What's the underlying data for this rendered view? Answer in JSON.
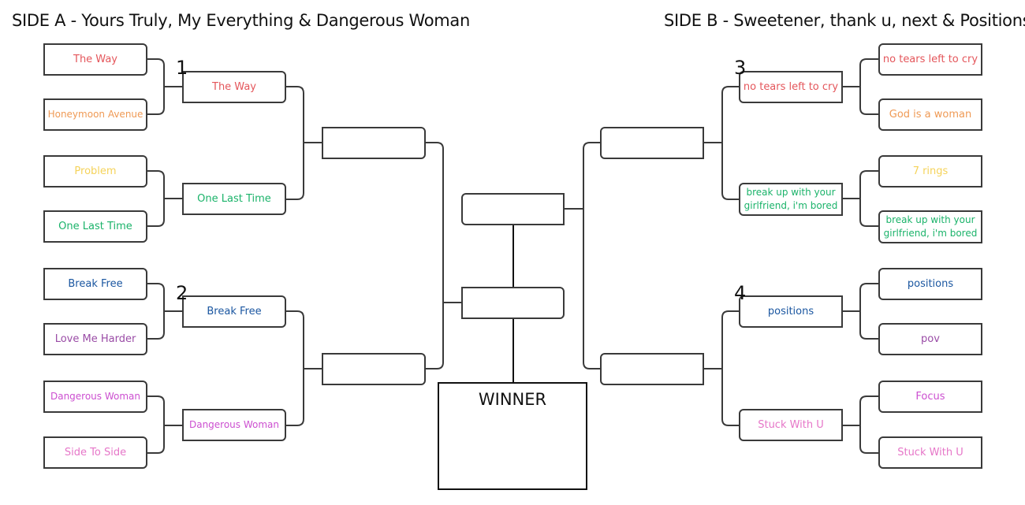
{
  "header": {
    "side_a_title": "SIDE A - Yours Truly, My Everything & Dangerous Woman",
    "side_b_title": "SIDE B - Sweetener, thank u, next & Positions"
  },
  "colors": {
    "red": "#e4565b",
    "orange": "#ef9a55",
    "yellow": "#f5d35a",
    "green": "#1bb36a",
    "blue": "#1a56a0",
    "purple": "#9a4ca6",
    "magenta": "#cc4fd0",
    "pink": "#e676c8",
    "line": "#3a3a3a"
  },
  "side_a": {
    "round1": [
      {
        "label": "The Way",
        "color": "#e4565b"
      },
      {
        "label": "Honeymoon Avenue",
        "color": "#ef9a55"
      },
      {
        "label": "Problem",
        "color": "#f5d35a"
      },
      {
        "label": "One Last Time",
        "color": "#1bb36a"
      },
      {
        "label": "Break Free",
        "color": "#1a56a0"
      },
      {
        "label": "Love Me Harder",
        "color": "#9a4ca6"
      },
      {
        "label": "Dangerous Woman",
        "color": "#cc4fd0"
      },
      {
        "label": "Side To Side",
        "color": "#e676c8"
      }
    ],
    "round2": [
      {
        "label": "The Way",
        "color": "#e4565b",
        "seed": "1"
      },
      {
        "label": "One Last Time",
        "color": "#1bb36a"
      },
      {
        "label": "Break Free",
        "color": "#1a56a0",
        "seed": "2"
      },
      {
        "label": "Dangerous Woman",
        "color": "#cc4fd0"
      }
    ],
    "round3": [
      {
        "label": ""
      },
      {
        "label": ""
      }
    ]
  },
  "side_b": {
    "round1": [
      {
        "label": "no tears left to cry",
        "color": "#e4565b"
      },
      {
        "label": "God is a woman",
        "color": "#ef9a55"
      },
      {
        "label": "7 rings",
        "color": "#f5d35a"
      },
      {
        "label": "break up with your girlfriend, i'm bored",
        "color": "#1bb36a"
      },
      {
        "label": "positions",
        "color": "#1a56a0"
      },
      {
        "label": "pov",
        "color": "#9a4ca6"
      },
      {
        "label": "Focus",
        "color": "#cc4fd0"
      },
      {
        "label": "Stuck With U",
        "color": "#e676c8"
      }
    ],
    "round2": [
      {
        "label": "no tears left to cry",
        "color": "#e4565b",
        "seed": "3"
      },
      {
        "label": "break up with your girlfriend, i'm bored",
        "color": "#1bb36a"
      },
      {
        "label": "positions",
        "color": "#1a56a0",
        "seed": "4"
      },
      {
        "label": "Stuck With U",
        "color": "#e676c8"
      }
    ],
    "round3": [
      {
        "label": ""
      },
      {
        "label": ""
      }
    ]
  },
  "finals": {
    "side_b_finalist": "",
    "side_a_finalist": "",
    "winner_label": "WINNER",
    "winner_value": ""
  }
}
